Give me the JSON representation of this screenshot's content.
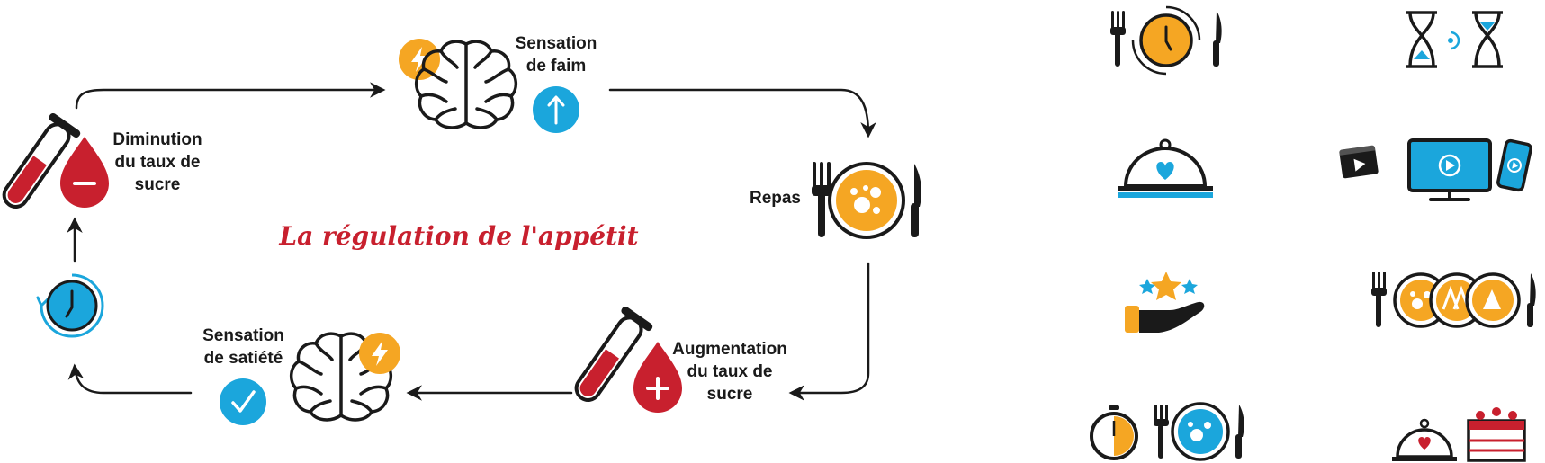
{
  "title": "La régulation de l'appétit",
  "steps": {
    "hunger": {
      "lines": [
        "Sensation",
        "de faim"
      ]
    },
    "meal": {
      "lines": [
        "Repas"
      ]
    },
    "increase": {
      "lines": [
        "Augmentation",
        "du taux de",
        "sucre"
      ]
    },
    "satiety": {
      "lines": [
        "Sensation",
        "de satiété"
      ]
    },
    "decrease": {
      "lines": [
        "Diminution",
        "du taux de",
        "sucre"
      ]
    }
  },
  "colors": {
    "orange": "#f5a623",
    "blue": "#1ba6dc",
    "red": "#c8202e",
    "dark": "#1a1a1a"
  },
  "side_icons": [
    "cutlery-clock-icon",
    "hourglass-icon",
    "cloche-heart-icon",
    "screens-icon",
    "hand-stars-icon",
    "cutlery-three-plates-icon",
    "stopwatch-plate-icon",
    "cloche-cake-icon"
  ]
}
